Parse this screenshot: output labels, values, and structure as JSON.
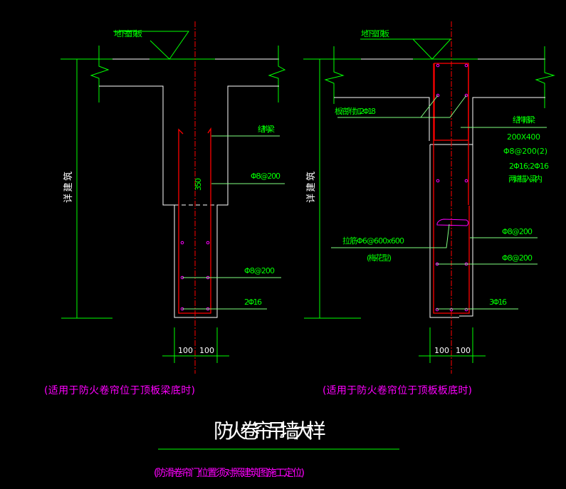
{
  "left_detail": {
    "slab_label": "地下室顶板",
    "side_label": "详建筑",
    "beam_label": "结构梁",
    "height_dim": "350",
    "stirrup_upper": "Φ8@200",
    "stirrup_lower": "Φ8@200",
    "bottom_bars": "2Φ16",
    "dim_left": "100",
    "dim_right": "100",
    "caption": "(适用于防火卷帘位于顶板梁底时)"
  },
  "right_detail": {
    "slab_label": "地下室顶板",
    "side_label": "详建筑",
    "slab_bottom_bars": "板底附加2Φ18",
    "hidden_beam": "结构暗梁",
    "beam_size": "200X400",
    "beam_stirrup": "Φ8@200(2)",
    "beam_bars": "2Φ16;2Φ16",
    "anchor_note": "两端锚入梁内",
    "tie_bars": "拉筋Φ6@600x600",
    "tie_pattern": "(梅花型)",
    "stirrup_upper": "Φ8@200",
    "stirrup_lower": "Φ8@200",
    "bottom_bars": "3Φ16",
    "dim_left": "100",
    "dim_right": "100",
    "caption": "(适用于防火卷帘位于顶板板底时)"
  },
  "title": "防火卷帘吊墙大样",
  "subtitle": "(防滑卷帘门位置须对照建筑图施工定位)"
}
